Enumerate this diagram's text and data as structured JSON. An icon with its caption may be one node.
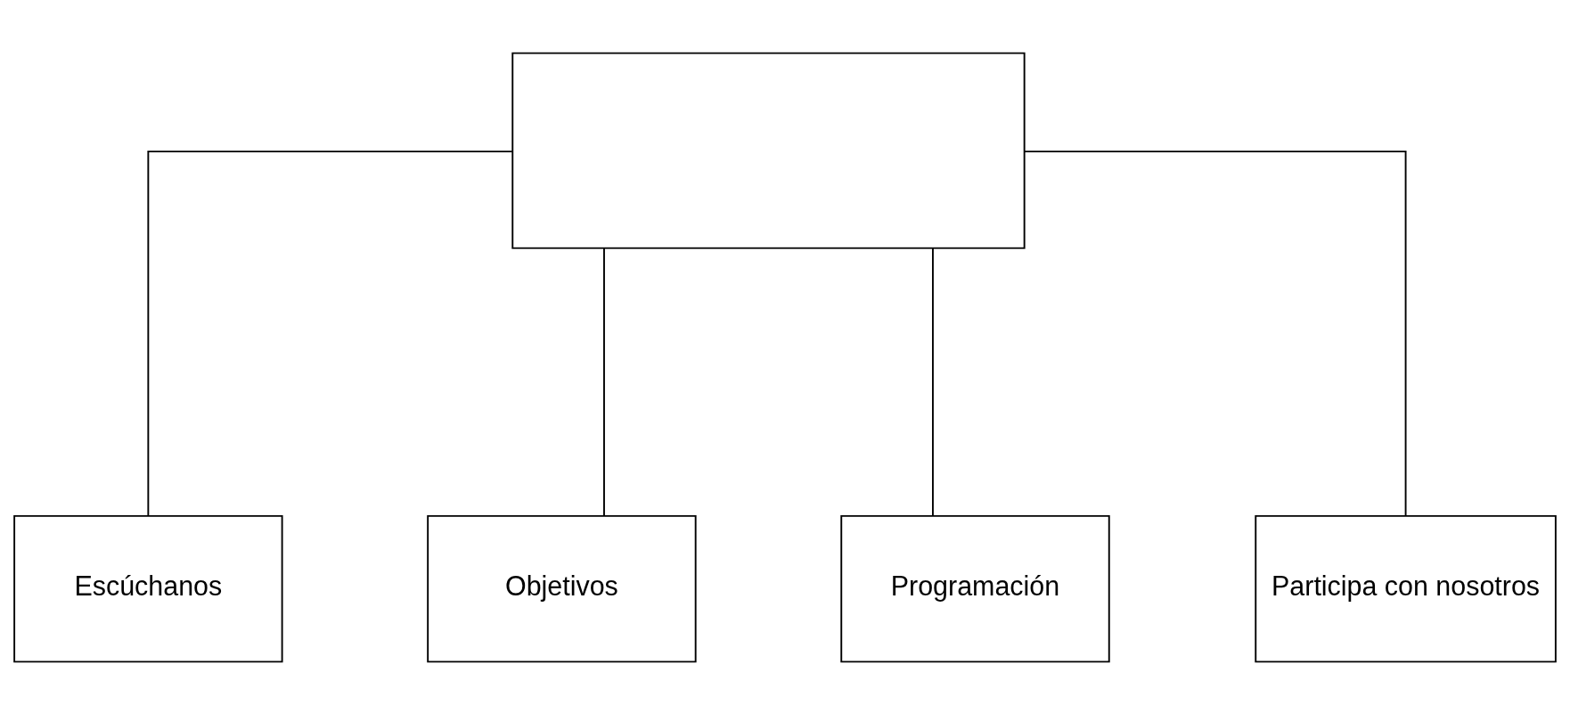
{
  "diagram": {
    "nodes": [
      {
        "text": [],
        "shape": "box"
      },
      {
        "text": [
          "Escúchanos"
        ]
      },
      {
        "text": [
          "Objetivos"
        ]
      },
      {
        "text": [
          "Programación"
        ]
      },
      {
        "text": [
          "Participa con nosotros"
        ]
      }
    ],
    "edges": [
      {
        "from": 0,
        "to": 1,
        "arrow": "none"
      },
      {
        "from": 0,
        "to": 2,
        "arrow": "none"
      },
      {
        "from": 0,
        "to": 3,
        "arrow": "none"
      },
      {
        "from": 0,
        "to": 4,
        "arrow": "none"
      }
    ]
  }
}
